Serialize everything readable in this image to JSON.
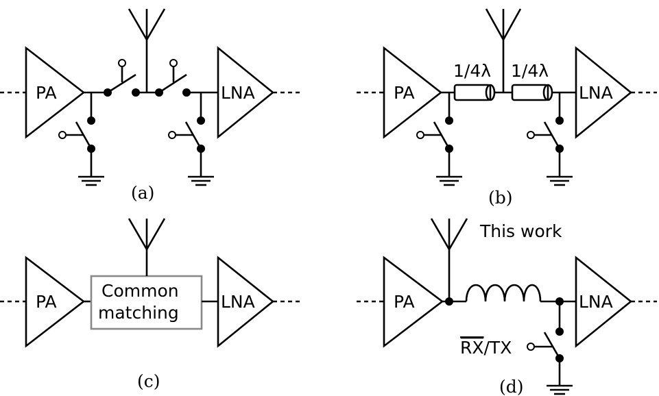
{
  "labels": {
    "pa": "PA",
    "lna": "LNA",
    "quarter_wave": "1/4λ",
    "common_matching_line1": "Common",
    "common_matching_line2": "matching",
    "this_work": "This work",
    "rx_bar": "RX",
    "tx_suffix": "/TX"
  },
  "captions": {
    "a": "(a)",
    "b": "(b)",
    "c": "(c)",
    "d": "(d)"
  }
}
